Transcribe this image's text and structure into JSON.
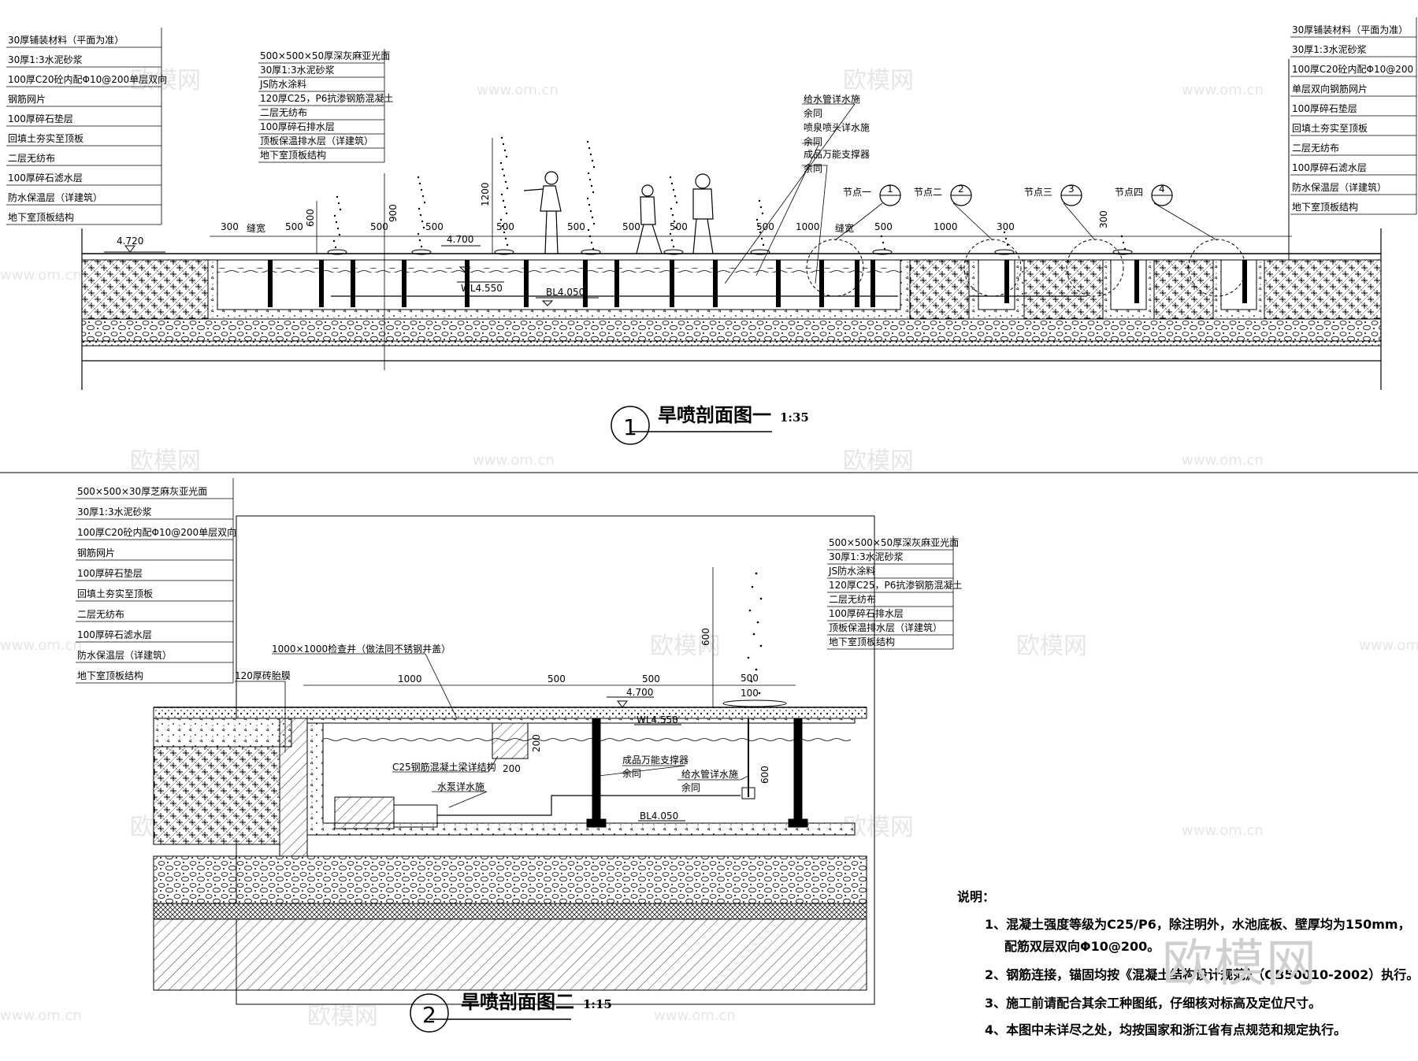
{
  "section1": {
    "title": "旱喷剖面图一",
    "scale": "1:35",
    "number": "1",
    "layers_left": [
      "30厚铺装材料（平面为准）",
      "30厚1:3水泥砂浆",
      "100厚C20砼内配Φ10@200单层双向",
      "钢筋网片",
      "100厚碎石垫层",
      "回填土夯实至顶板",
      "二层无纺布",
      "100厚碎石滤水层",
      "防水保温层（详建筑）",
      "地下室顶板结构"
    ],
    "layers_mid": [
      "500×500×50厚深灰麻亚光面",
      "30厚1:3水泥砂浆",
      "JS防水涂料",
      "120厚C25，P6抗渗钢筋混凝土",
      "二层无纺布",
      "100厚碎石排水层",
      "顶板保温排水层（详建筑）",
      "地下室顶板结构"
    ],
    "layers_right": [
      "30厚铺装材料（平面为准）",
      "30厚1:3水泥砂浆",
      "100厚C20砼内配Φ10@200",
      "单层双向钢筋网片",
      "100厚碎石垫层",
      "回填土夯实至顶板",
      "二层无纺布",
      "100厚碎石滤水层",
      "防水保温层（详建筑）",
      "地下室顶板结构"
    ],
    "pipe_notes": [
      "给水管详水施",
      "余同",
      "喷泉喷头详水施",
      "余同",
      "成品万能支撑器",
      "余同"
    ],
    "nodes": [
      {
        "label": "节点一",
        "num": "1"
      },
      {
        "label": "节点二",
        "num": "2"
      },
      {
        "label": "节点三",
        "num": "3"
      },
      {
        "label": "节点四",
        "num": "4"
      }
    ],
    "dims": [
      "300",
      "500",
      "500",
      "500",
      "500",
      "500",
      "500",
      "500",
      "500",
      "1000",
      "500",
      "1000",
      "300"
    ],
    "dims_vertical": [
      "600",
      "900",
      "1200"
    ],
    "dims_small": [
      "缝宽",
      "缝宽",
      "300"
    ],
    "elevations": {
      "ground": "4.720",
      "top": "4.700",
      "wl": "WL4.550",
      "bl": "BL4.050"
    }
  },
  "section2": {
    "title": "旱喷剖面图二",
    "scale": "1:15",
    "number": "2",
    "layers_left": [
      "500×500×30厚芝麻灰亚光面",
      "30厚1:3水泥砂浆",
      "100厚C20砼内配Φ10@200单层双向",
      "钢筋网片",
      "100厚碎石垫层",
      "回填土夯实至顶板",
      "二层无纺布",
      "100厚碎石滤水层",
      "防水保温层（详建筑）",
      "地下室顶板结构"
    ],
    "layers_right": [
      "500×500×50厚深灰麻亚光面",
      "30厚1:3水泥砂浆",
      "JS防水涂料",
      "120厚C25，P6抗渗钢筋混凝土",
      "二层无纺布",
      "100厚碎石排水层",
      "顶板保温排水层（详建筑）",
      "地下室顶板结构"
    ],
    "annotations": {
      "manhole": "1000×1000检查井（做法同不锈钢井盖）",
      "brick": "120厚砖胎膜",
      "beam": "C25钢筋混凝土梁详结构",
      "pump": "水泵详水施",
      "support": "成品万能支撑器",
      "support_same": "余同",
      "pipe": "给水管详水施",
      "pipe_same": "余同"
    },
    "dims": [
      "1000",
      "500",
      "500",
      "200",
      "200",
      "600",
      "600",
      "500",
      "100"
    ],
    "elevations": {
      "top": "4.700",
      "wl": "WL4.550",
      "bl": "BL4.050"
    }
  },
  "notes": {
    "heading": "说明：",
    "items": [
      "1、混凝土强度等级为C25/P6，除注明外，水池底板、壁厚均为150mm，",
      "配筋双层双向Φ10@200。",
      "2、钢筋连接，锚固均按《混凝土结构设计规范》（GB50010-2002）执行。",
      "3、施工前请配合其余工种图纸，仔细核对标高及定位尺寸。",
      "4、本图中未详尽之处，均按国家和浙江省有点规范和规定执行。"
    ]
  },
  "watermark": {
    "brand": "欧模网",
    "url": "www.om.cn"
  }
}
